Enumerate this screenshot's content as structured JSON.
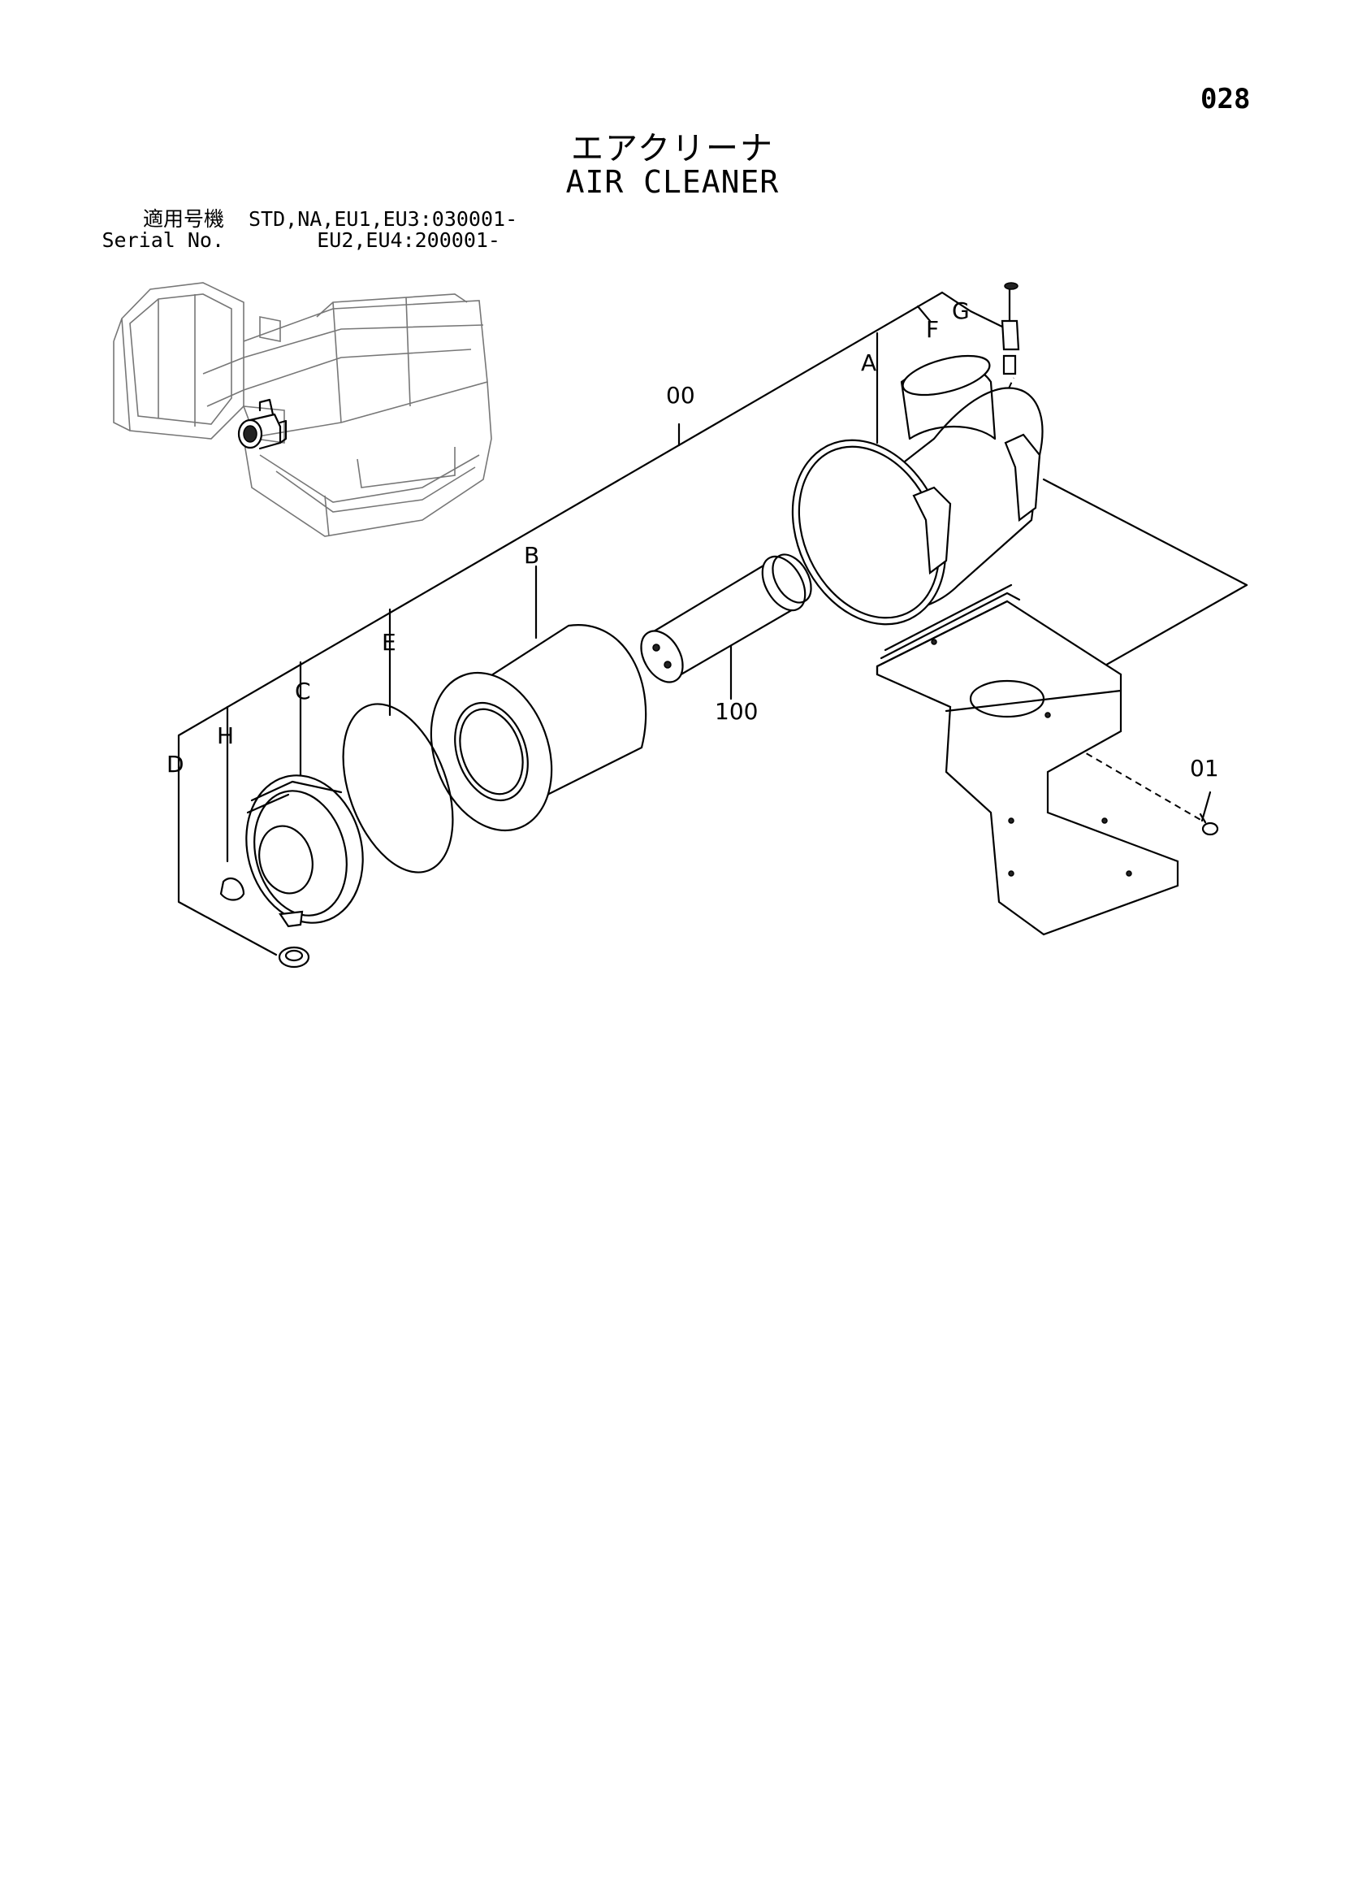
{
  "page_number": "028",
  "title_jp": "エアクリーナ",
  "title_en": "AIR CLEANER",
  "serial": {
    "label_jp": "適用号機",
    "label_en": "Serial No.",
    "line1": "STD,NA,EU1,EU3:030001-",
    "line2": "EU2,EU4:200001-"
  },
  "callouts": {
    "part_00": "00",
    "part_a": "A",
    "part_b": "B",
    "part_c": "C",
    "part_d": "D",
    "part_e": "E",
    "part_f": "F",
    "part_g": "G",
    "part_h": "H",
    "part_100": "100",
    "part_01": "01"
  }
}
